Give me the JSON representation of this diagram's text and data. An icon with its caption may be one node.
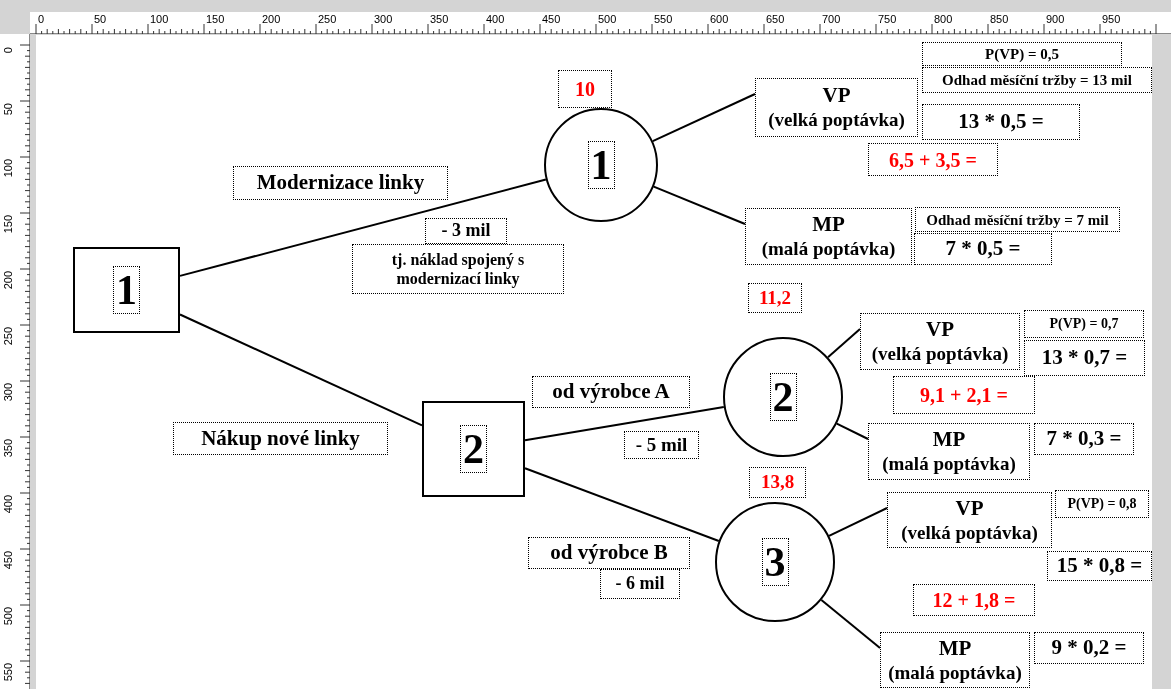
{
  "diagram": {
    "nodes": [
      {
        "text": [
          "1"
        ]
      },
      {
        "text": [
          "1"
        ]
      },
      {
        "text": [
          "2"
        ]
      },
      {
        "text": [
          "2"
        ]
      },
      {
        "text": [
          "3"
        ]
      },
      {
        "text": [
          "VP",
          "(velká poptávka)"
        ]
      },
      {
        "text": [
          "MP",
          "(malá poptávka)"
        ]
      },
      {
        "text": [
          "VP",
          "(velká poptávka)"
        ]
      },
      {
        "text": [
          "MP",
          "(malá poptávka)"
        ]
      },
      {
        "text": [
          "VP",
          "(velká poptávka)"
        ]
      },
      {
        "text": [
          "MP",
          "(malá poptávka)"
        ]
      }
    ],
    "edges": [
      {
        "from": 0,
        "to": 1,
        "arrow": "none"
      },
      {
        "from": 0,
        "to": 2,
        "arrow": "none"
      },
      {
        "from": 1,
        "to": 5,
        "arrow": "none"
      },
      {
        "from": 1,
        "to": 6,
        "arrow": "none"
      },
      {
        "from": 2,
        "to": 3,
        "arrow": "none"
      },
      {
        "from": 2,
        "to": 4,
        "arrow": "none"
      },
      {
        "from": 3,
        "to": 7,
        "arrow": "none"
      },
      {
        "from": 3,
        "to": 8,
        "arrow": "none"
      },
      {
        "from": 4,
        "to": 9,
        "arrow": "none"
      },
      {
        "from": 4,
        "to": 10,
        "arrow": "none"
      }
    ],
    "labels": [
      "0",
      "50",
      "100",
      "150",
      "200",
      "250",
      "300",
      "350",
      "400",
      "450",
      "500",
      "550",
      "600",
      "650",
      "700",
      "750",
      "800",
      "850",
      "900",
      "950",
      "0",
      "50",
      "100",
      "150",
      "200",
      "250",
      "300",
      "350",
      "400",
      "450",
      "500",
      "550",
      "P(VP) = 0,5",
      "Odhad měsíční tržby = 13 mil",
      "10",
      "13 * 0,5 =",
      "6,5 + 3,5 =",
      "Modernizace linky",
      "Odhad měsíční tržby = 7 mil",
      "- 3 mil",
      "7 * 0,5 =",
      "tj. náklad spojený s modernizací linky",
      "11,2",
      "P(VP) = 0,7",
      "13 * 0,7 =",
      "od výrobce A",
      "9,1 + 2,1 =",
      "- 5 mil",
      "Nákup nové linky",
      "7 * 0,3 =",
      "13,8",
      "P(VP) = 0,8",
      "od výrobce B",
      "15 * 0,8 =",
      "- 6 mil",
      "12 + 1,8 =",
      "9 * 0,2 ="
    ]
  }
}
